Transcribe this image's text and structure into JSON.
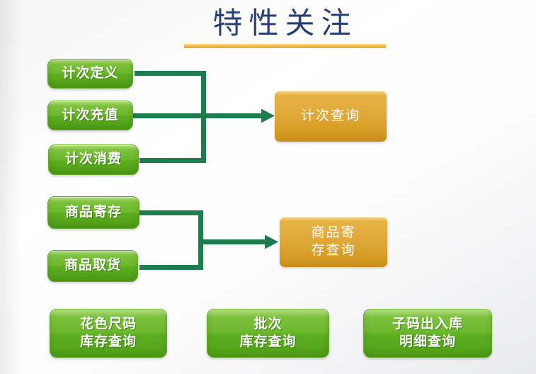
{
  "title": {
    "text": "特性关注"
  },
  "colors": {
    "title_text": "#263f77",
    "title_underline": "#e8a33d",
    "green_box_top": "#7dc23e",
    "green_box_bottom": "#54a31a",
    "orange_box_top": "#e7b246",
    "orange_box_bottom": "#c78c1d",
    "connector": "#1e7c4e",
    "box_text": "#ffffff",
    "background": "#f4f4f5"
  },
  "flow1": {
    "sources": [
      {
        "label": "计次定义"
      },
      {
        "label": "计次充值"
      },
      {
        "label": "计次消费"
      }
    ],
    "target": {
      "label": "计次查询"
    }
  },
  "flow2": {
    "sources": [
      {
        "label": "商品寄存"
      },
      {
        "label": "商品取货"
      }
    ],
    "target": {
      "line1": "商品寄",
      "line2": "存查询"
    }
  },
  "standalone": [
    {
      "line1": "花色尺码",
      "line2": "库存查询"
    },
    {
      "line1": "批次",
      "line2": "库存查询"
    },
    {
      "line1": "子码出入库",
      "line2": "明细查询"
    }
  ]
}
